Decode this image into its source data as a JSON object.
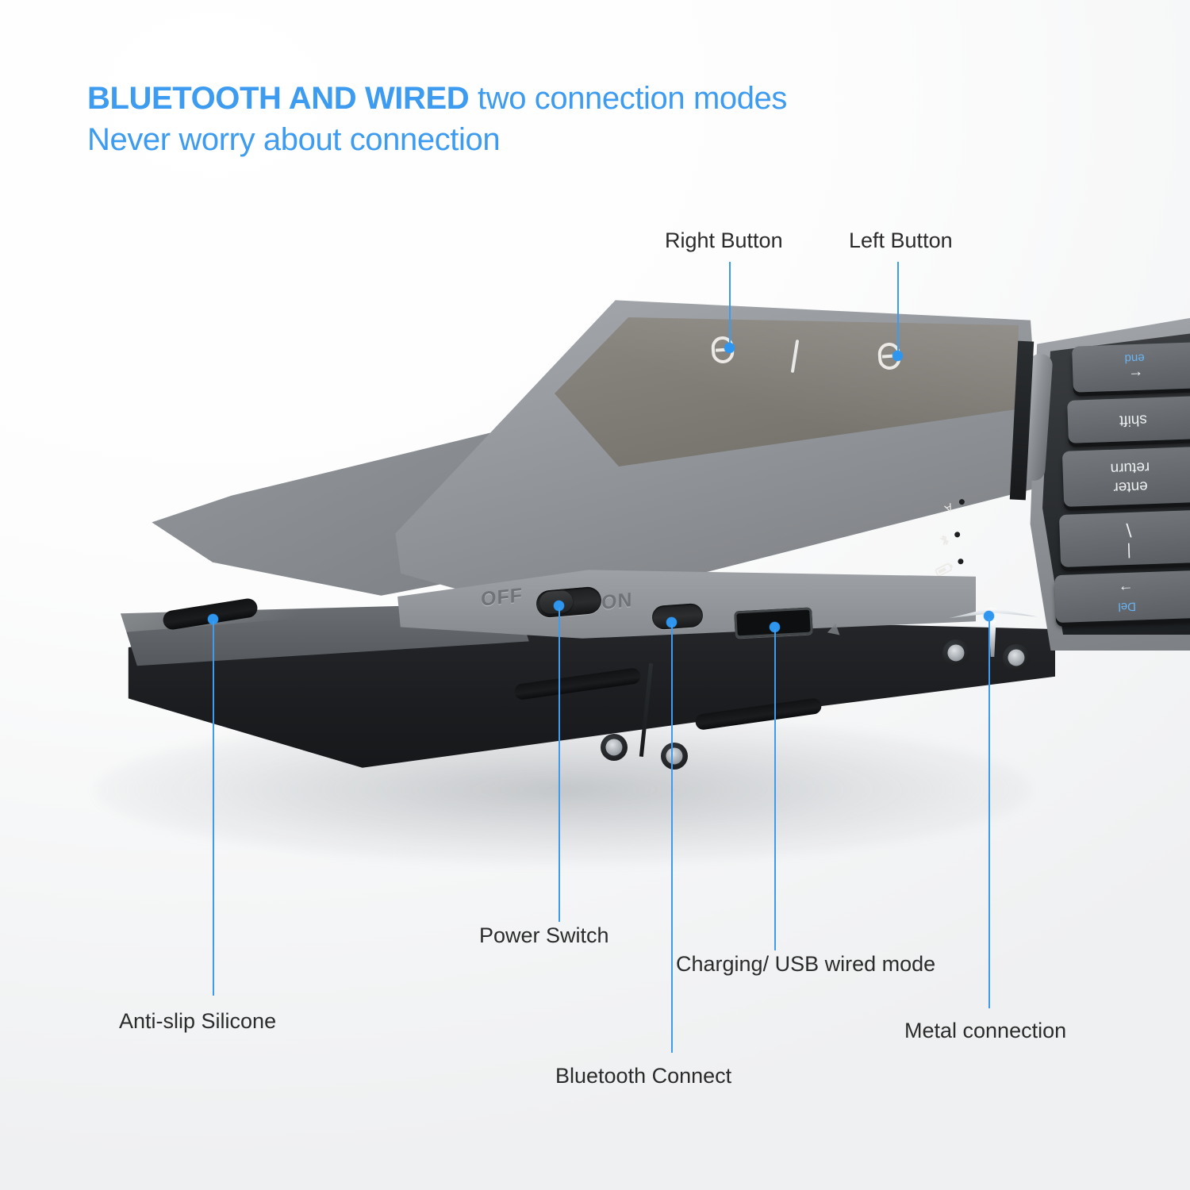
{
  "headline": {
    "line1_strong": "BLUETOOTH AND WIRED",
    "line1_rest": " two connection modes",
    "line2": "Never worry about connection",
    "color": "#3d9bf0"
  },
  "callouts": [
    {
      "id": "right-button",
      "label": "Right Button"
    },
    {
      "id": "left-button",
      "label": "Left Button"
    },
    {
      "id": "power-switch",
      "label": "Power Switch"
    },
    {
      "id": "charging-usb",
      "label": "Charging/ USB wired mode"
    },
    {
      "id": "metal-connection",
      "label": "Metal connection"
    },
    {
      "id": "anti-slip",
      "label": "Anti-slip Silicone"
    },
    {
      "id": "bluetooth-connect",
      "label": "Bluetooth Connect"
    }
  ],
  "product": {
    "switch_off_label": "OFF",
    "switch_on_label": "ON",
    "status_indicators": [
      {
        "icon": "capslock-a-icon",
        "name": "caps-lock"
      },
      {
        "icon": "bluetooth-icon",
        "name": "bluetooth"
      },
      {
        "icon": "battery-icon",
        "name": "battery"
      }
    ],
    "touchpad_icons": [
      {
        "icon": "mouse-right-button-icon"
      },
      {
        "icon": "mouse-left-button-icon"
      }
    ],
    "keys": [
      {
        "top": "end",
        "bottom": "←",
        "top_color": "blue"
      },
      {
        "top": "shift",
        "bottom": ""
      },
      {
        "top": "return",
        "bottom": "enter"
      },
      {
        "top": "\\",
        "bottom": "|"
      },
      {
        "top": "→",
        "bottom": "Del",
        "bottom_color": "blue"
      }
    ]
  },
  "colors": {
    "accent_blue": "#3d9bf0",
    "dot_blue": "#2f96f0",
    "label_text": "#2b2b2b",
    "body_gray": "#8e9296",
    "touchpad_gray": "#827e78",
    "key_gray": "#696d71",
    "background": "#fbfbfc"
  }
}
